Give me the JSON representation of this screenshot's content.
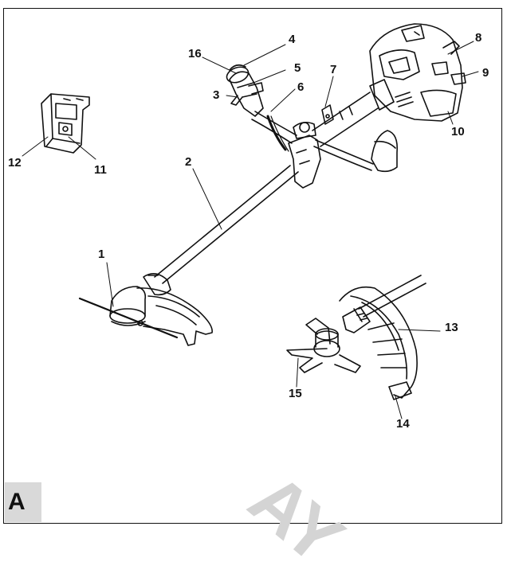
{
  "figure": {
    "label": "A",
    "watermark_text": "AY"
  },
  "callouts": [
    {
      "id": "1",
      "part": "trimmer-head"
    },
    {
      "id": "2",
      "part": "drive-shaft"
    },
    {
      "id": "3",
      "part": "throttle-lock"
    },
    {
      "id": "4",
      "part": "stop-switch"
    },
    {
      "id": "5",
      "part": "throttle-trigger"
    },
    {
      "id": "6",
      "part": "throttle-cable"
    },
    {
      "id": "7",
      "part": "harness-hook"
    },
    {
      "id": "8",
      "part": "starter-handle"
    },
    {
      "id": "9",
      "part": "choke-lever"
    },
    {
      "id": "10",
      "part": "fuel-tank"
    },
    {
      "id": "11",
      "part": "air-filter-cover"
    },
    {
      "id": "12",
      "part": "air-filter"
    },
    {
      "id": "13",
      "part": "blade-guard"
    },
    {
      "id": "14",
      "part": "guard-extension"
    },
    {
      "id": "15",
      "part": "cutting-blade"
    },
    {
      "id": "16",
      "part": "handle-grip"
    }
  ],
  "colors": {
    "line": "#111111",
    "figure_tag_bg": "#d9d9d9",
    "watermark": "#d4d4d4"
  }
}
